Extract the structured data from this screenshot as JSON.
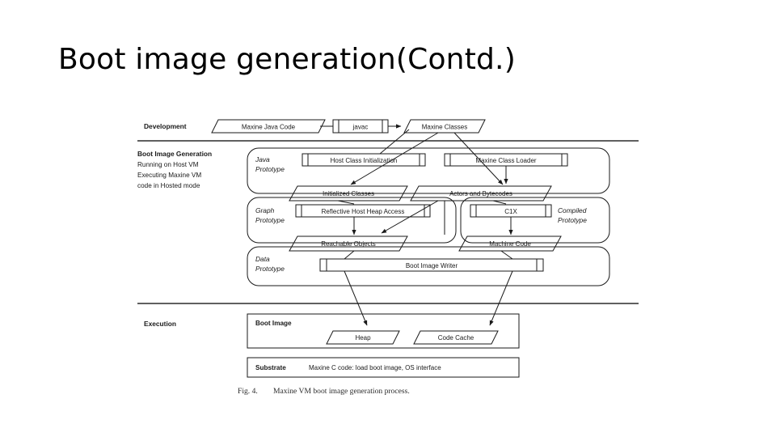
{
  "slide": {
    "title": "Boot image generation(Contd.)",
    "background_color": "#ffffff",
    "text_color": "#000000"
  },
  "figure": {
    "caption_label": "Fig. 4.",
    "caption_text": "Maxine VM boot image generation process.",
    "container_fill": "#e9e9e9",
    "shape_fill": "#ffffff",
    "stroke_color": "#1a1a1a",
    "sections": {
      "development": {
        "label": "Development",
        "nodes": {
          "source": "Maxine Java Code",
          "compiler": "javac",
          "classes": "Maxine Classes"
        }
      },
      "boot_image_generation": {
        "label": "Boot Image Generation",
        "sub_line_1": "Running on Host VM",
        "sub_line_2": "Executing Maxine VM",
        "sub_line_3": "code in Hosted mode",
        "java_prototype": {
          "label_line_1": "Java",
          "label_line_2": "Prototype",
          "process_1": "Host Class Initialization",
          "process_2": "Maxine Class Loader",
          "output_1": "Initialized Classes",
          "output_2": "Actors and Bytecodes"
        },
        "graph_prototype": {
          "label_line_1": "Graph",
          "label_line_2": "Prototype",
          "process_1": "Reflective Host Heap Access",
          "output_1": "Reachable Objects"
        },
        "compiled_prototype": {
          "label_line_1": "Compiled",
          "label_line_2": "Prototype",
          "process_1": "C1X",
          "output_1": "Machine Code"
        },
        "data_prototype": {
          "label_line_1": "Data",
          "label_line_2": "Prototype",
          "process_1": "Boot Image Writer"
        }
      },
      "execution": {
        "label": "Execution",
        "boot_image": {
          "label": "Boot Image",
          "node_1": "Heap",
          "node_2": "Code Cache"
        },
        "substrate": {
          "label": "Substrate",
          "description": "Maxine C code: load boot image, OS interface"
        }
      }
    }
  }
}
